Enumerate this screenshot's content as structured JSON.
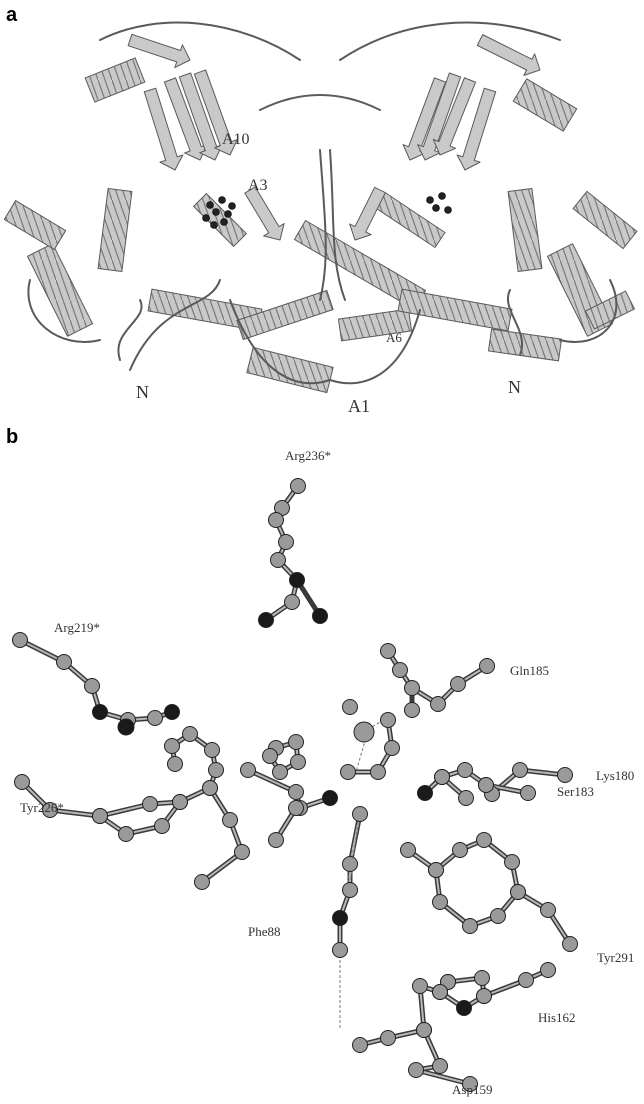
{
  "panel_a": {
    "letter": "a",
    "labels": {
      "a10": "A10",
      "a3": "A3",
      "a1": "A1",
      "a6": "A6",
      "n_left": "N",
      "n_right": "N"
    }
  },
  "panel_b": {
    "letter": "b",
    "residues": {
      "arg236": "Arg236*",
      "arg219": "Arg219*",
      "gln185": "Gln185",
      "lys180": "Lys180",
      "ser183": "Ser183",
      "tyr226": "Tyr226*",
      "phe88": "Phe88",
      "tyr291": "Tyr291",
      "his162": "His162",
      "asp159": "Asp159"
    }
  },
  "colors": {
    "ribbon_fill": "#c9c9c9",
    "ribbon_edge": "#5a5a5a",
    "atom_carbon": "#9a9a9a",
    "atom_hetero": "#1a1a1a"
  }
}
